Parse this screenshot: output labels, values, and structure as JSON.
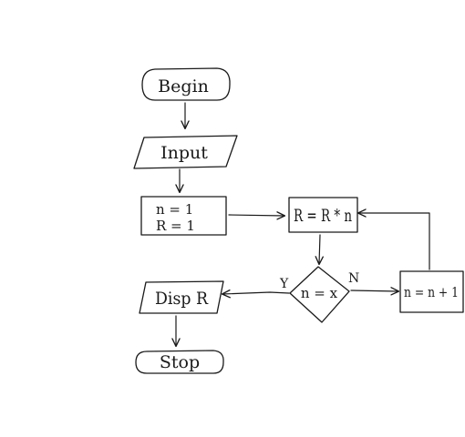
{
  "diagram": {
    "nodes": {
      "begin": {
        "label": "Begin",
        "shape": "terminal"
      },
      "input": {
        "label": "Input",
        "shape": "parallelogram"
      },
      "init": {
        "lines": [
          "n = 1",
          "R = 1"
        ],
        "shape": "rectangle"
      },
      "multiply": {
        "label": "R = R * n",
        "shape": "rectangle"
      },
      "check": {
        "label": "n = x",
        "shape": "decision"
      },
      "increment": {
        "label": "n = n + 1",
        "shape": "rectangle"
      },
      "display": {
        "label": "Disp R",
        "shape": "parallelogram"
      },
      "stop": {
        "label": "Stop",
        "shape": "terminal"
      }
    },
    "branches": {
      "yes": "Y",
      "no": "N"
    },
    "edges": [
      {
        "from": "begin",
        "to": "input"
      },
      {
        "from": "input",
        "to": "init"
      },
      {
        "from": "init",
        "to": "multiply"
      },
      {
        "from": "multiply",
        "to": "check"
      },
      {
        "from": "check",
        "to": "display",
        "label": "Y"
      },
      {
        "from": "check",
        "to": "increment",
        "label": "N"
      },
      {
        "from": "increment",
        "to": "multiply"
      },
      {
        "from": "display",
        "to": "stop"
      }
    ]
  }
}
